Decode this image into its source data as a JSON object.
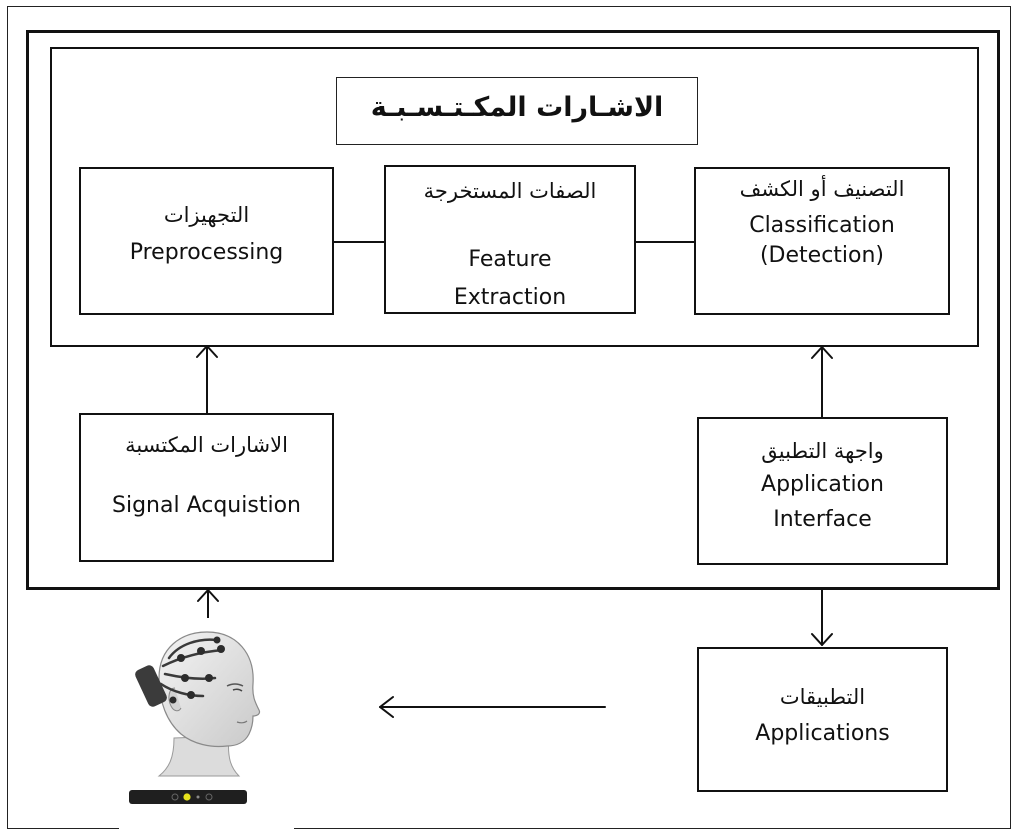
{
  "title": "الاشـارات المكـتـسـبـة",
  "boxes": {
    "preprocessing": {
      "ar": "التجهيزات",
      "en": "Preprocessing"
    },
    "feature": {
      "ar": "الصفات المستخرجة",
      "en1": "Feature",
      "en2": "Extraction"
    },
    "classification": {
      "ar": "التصنيف  أو الكشف",
      "en1": "Classification",
      "en2": "(Detection)"
    },
    "signal": {
      "ar": "الاشارات المكتسبة",
      "en": "Signal Acquistion"
    },
    "app_interface": {
      "ar": "واجهة التطبيق",
      "en1": "Application",
      "en2": "Interface"
    },
    "applications": {
      "ar": "التطبيقات",
      "en": "Applications"
    }
  },
  "icons": {
    "headset": "eeg-headset-head-icon",
    "device": "eeg-receiver-device-icon"
  }
}
